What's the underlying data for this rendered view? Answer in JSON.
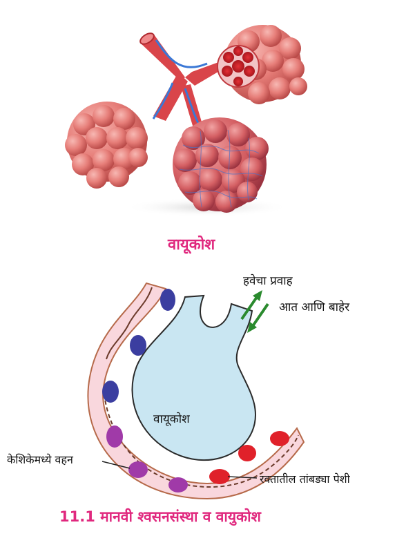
{
  "top_caption": "वायूकोश",
  "labels": {
    "air_flow_line1": "हवेचा प्रवाह",
    "air_flow_line2": "आत आणि बाहेर",
    "alveolus": "वायूकोश",
    "capillary_flow": "केशिकेमध्ये वहन",
    "rbc": "रक्तातील तांबड्या पेशी"
  },
  "figure_caption": "11.1 मानवी श्वसनसंस्था व वायुकोश",
  "colors": {
    "caption": "#e0287e",
    "alveolus_fill": "#c9e6f2",
    "capillary_fill": "#f9d7dd",
    "arrow": "#2a8a2e",
    "rbc": "#e0212a",
    "blue_cell": "#3b3ea0",
    "purple_cell": "#a03aa8"
  }
}
